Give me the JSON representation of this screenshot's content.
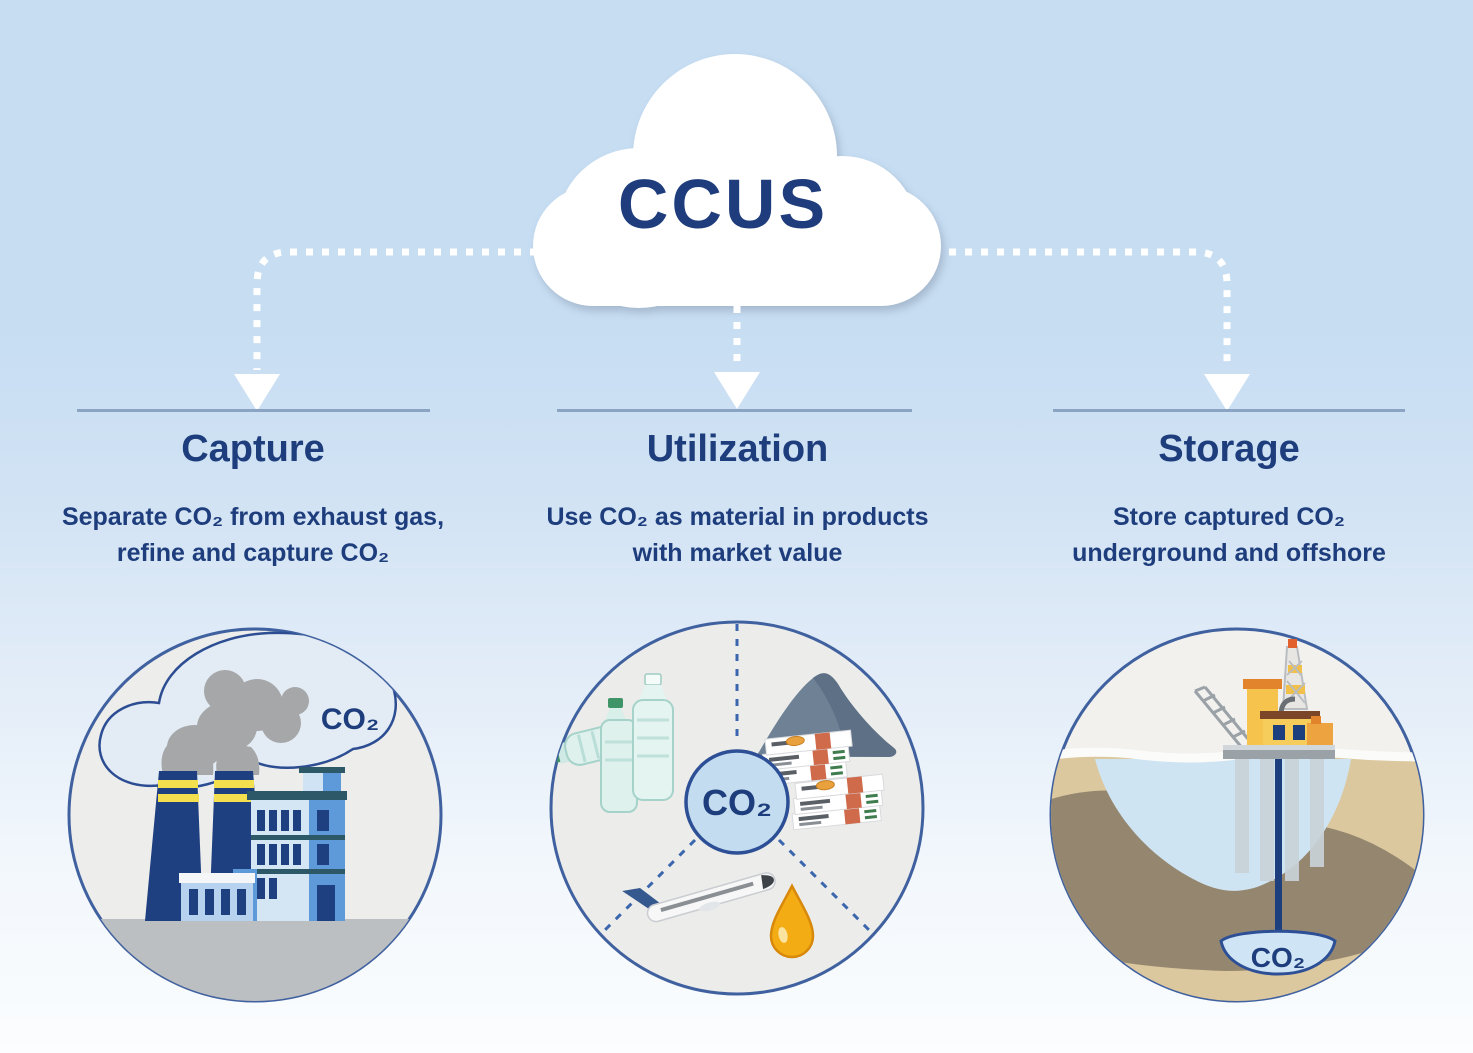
{
  "title": "CCUS",
  "colors": {
    "background_top": "#c6ddf2",
    "background_bottom": "#fbfdfe",
    "navy_text": "#1e3d7c",
    "connector": "#ffffff",
    "divider_line": "#8ba4c3",
    "circle_fill": "#ededeb",
    "circle_border": "#40619f",
    "co2_bubble_fill": "#c3dcf0"
  },
  "cloud": {
    "label": "CCUS"
  },
  "sections": [
    {
      "id": "capture",
      "title": "Capture",
      "description_line1": "Separate CO₂ from exhaust gas,",
      "description_line2": "refine and capture CO₂",
      "co2_label": "CO₂",
      "illustration": "factory-smokestacks-emitting-co2"
    },
    {
      "id": "utilization",
      "title": "Utilization",
      "description_line1": "Use CO₂ as material in products",
      "description_line2": "with market value",
      "co2_label": "CO₂",
      "illustration": "co2-hub-with-bottles-coal-money-airplane-oil"
    },
    {
      "id": "storage",
      "title": "Storage",
      "description_line1": "Store captured CO₂",
      "description_line2": "underground and offshore",
      "co2_label": "CO₂",
      "illustration": "offshore-platform-co2-underground-reservoir"
    }
  ]
}
